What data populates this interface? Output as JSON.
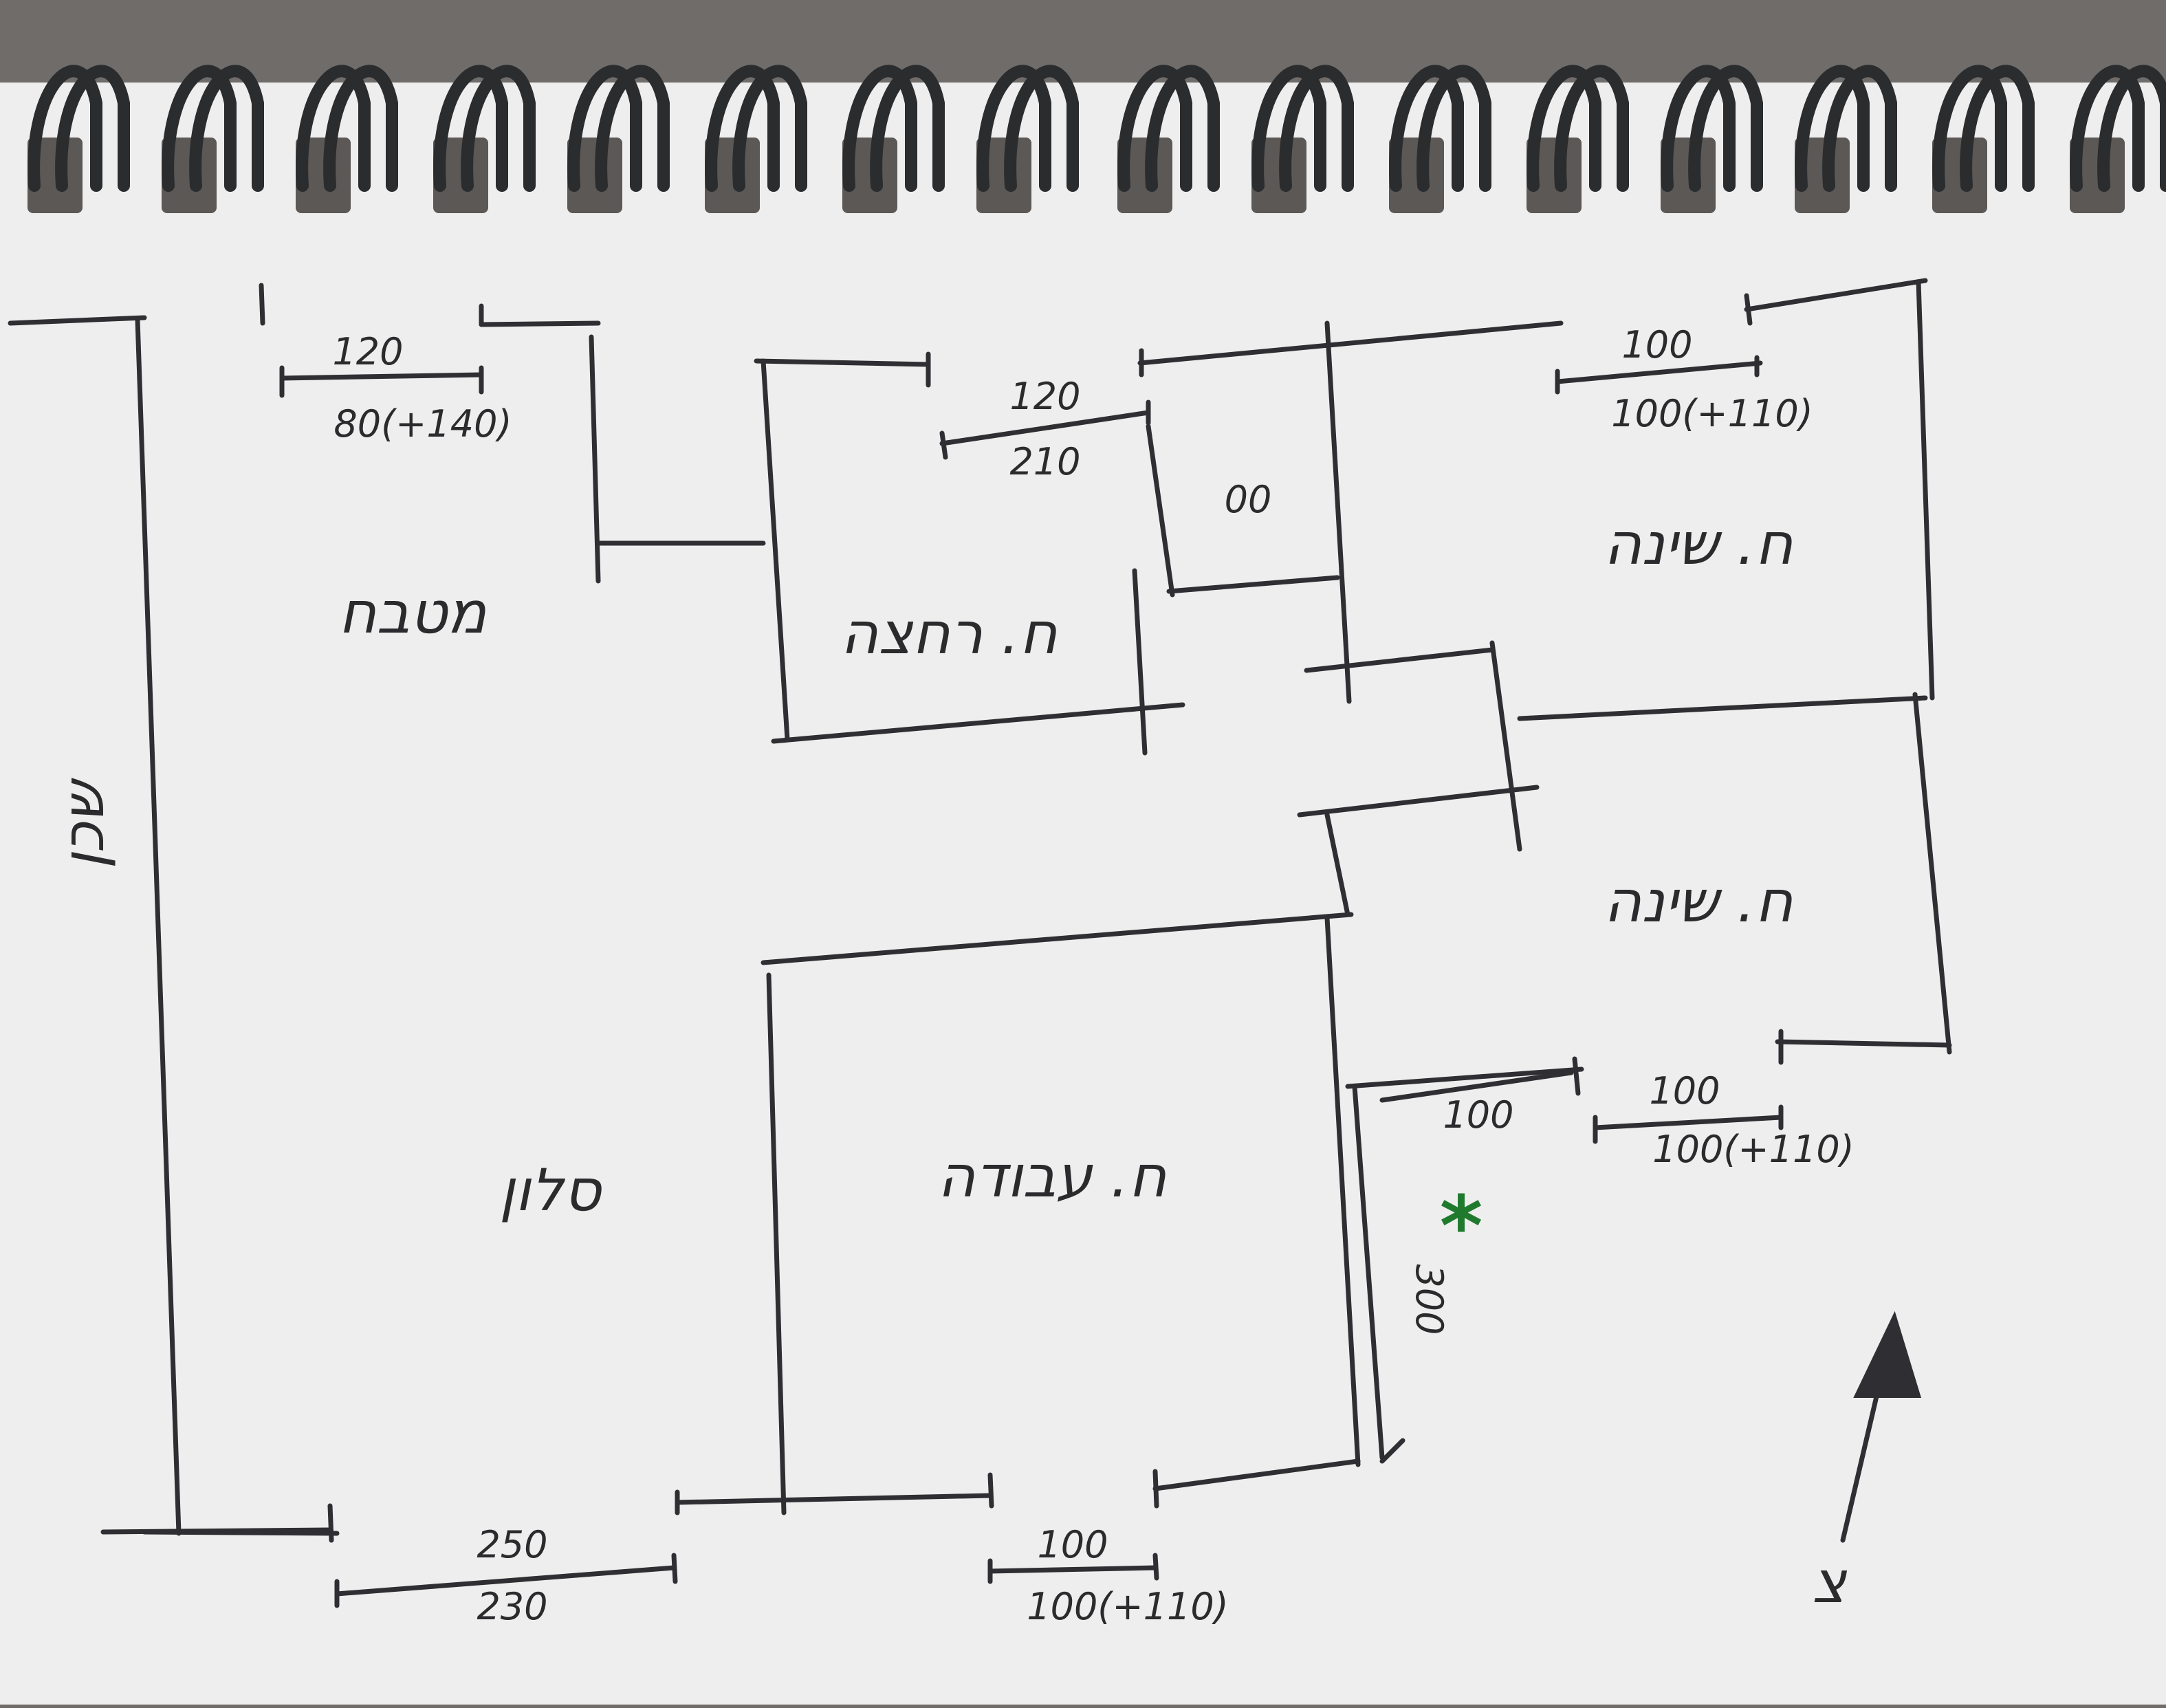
{
  "rooms": {
    "kitchen": "מטבח",
    "living_room": "סלון",
    "bathroom": "ח. רחצה",
    "study": "ח. עבודה",
    "bedroom_1": "ח. שינה",
    "bedroom_2": "ח. שינה",
    "neighbor": "שכן"
  },
  "dimensions": {
    "kitchen_door_top": "120",
    "kitchen_window_top": "80(+140)",
    "bath_door_top": "120",
    "bath_window_top": "210",
    "closet_mark": "00",
    "bedroom1_door_top": "100",
    "bedroom1_window_top": "100(+110)",
    "hall_door": "100",
    "bedroom2_door_bottom": "100",
    "bedroom2_window_bottom": "100(+110)",
    "hall_length": "300",
    "living_door_bottom": "250",
    "living_window_bottom": "230",
    "study_door_bottom": "100",
    "study_window_bottom": "100(+110)"
  },
  "north_arrow": {
    "label": "צ"
  },
  "marker": {
    "symbol": "*",
    "color": "#1f7a2e"
  },
  "colors": {
    "paper": "#efeeee",
    "ink": "#2f2f33",
    "spiral": "#2a2c2e"
  }
}
